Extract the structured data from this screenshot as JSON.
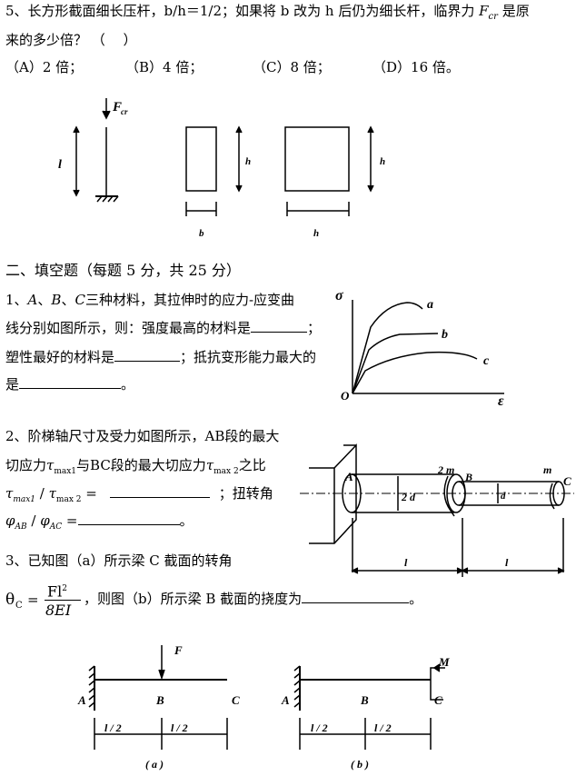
{
  "q5": {
    "line1": "5、长方形截面细长压杆，b/h＝1/2；如果将 b 改为 h 后仍为细长杆，临界力",
    "F": "F",
    "cr": "cr",
    "line1_end": "是原",
    "line2": "来的多少倍？ （　 ）",
    "options": [
      "（A）2 倍；",
      "（B）4 倍；",
      "（C）8 倍；",
      "（D）16 倍。"
    ],
    "fig": {
      "F": "F",
      "cr": "cr",
      "l": "l",
      "h1": "h",
      "b": "b",
      "h2": "h",
      "h3": "h"
    }
  },
  "section2": {
    "title": "二、填空题（每题 5 分，共 25 分）"
  },
  "q1": {
    "p1": "1、",
    "A": "A",
    "sep1": "、",
    "B": "B",
    "sep2": "、",
    "C": "C",
    "p2": "三种材料，其拉伸时的应力-应变曲",
    "line2": "线分别如图所示，则：强度最高的材料是",
    "end2": "；",
    "line3": "塑性最好的材料是",
    "mid3": "；抵抗变形能力最大的",
    "line4": "是",
    "end4": "。",
    "fig": {
      "sigma": "σ",
      "eps": "ε",
      "o": "O",
      "a": "a",
      "b": "b",
      "c": "c"
    }
  },
  "q2": {
    "line1": "2、阶梯轴尺寸及受力如图所示，AB段的最大",
    "l2a": "切应力",
    "tau1": "τ",
    "max1": "max1",
    "l2b": "与BC段的最大切应力",
    "tau2": "τ",
    "max2": "max 2",
    "l2c": "之比",
    "r1": "τ",
    "r1s": "max1",
    "r2": "τ",
    "r2s": "max 2",
    "eq": " = ",
    "mid3": "；扭转角",
    "phi1": "φ",
    "p1s": "AB",
    "phi2": "φ",
    "p2s": "AC",
    "eq2": "=",
    "end4": "。",
    "fig": {
      "A": "A",
      "B": "B",
      "C": "C",
      "m2": "2 m",
      "m": "m",
      "d2": "2 d",
      "d": "d",
      "l1": "l",
      "l2": "l"
    }
  },
  "q3": {
    "line1": "3、已知图（a）所示梁 C 截面的转角",
    "theta": "θ",
    "thetasub": "C",
    "num": "Fl",
    "exp": "2",
    "den": "8EI",
    "line2": "，则图（b）所示梁 B 截面的挠度为",
    "end": "。",
    "figa": {
      "F": "F",
      "A": "A",
      "B": "B",
      "C": "C",
      "d1": "l / 2",
      "d2": "l / 2",
      "cap": "( a )"
    },
    "figb": {
      "M": "M",
      "A": "A",
      "B": "B",
      "C": "C",
      "d1": "l / 2",
      "d2": "l / 2",
      "cap": "( b )"
    }
  }
}
